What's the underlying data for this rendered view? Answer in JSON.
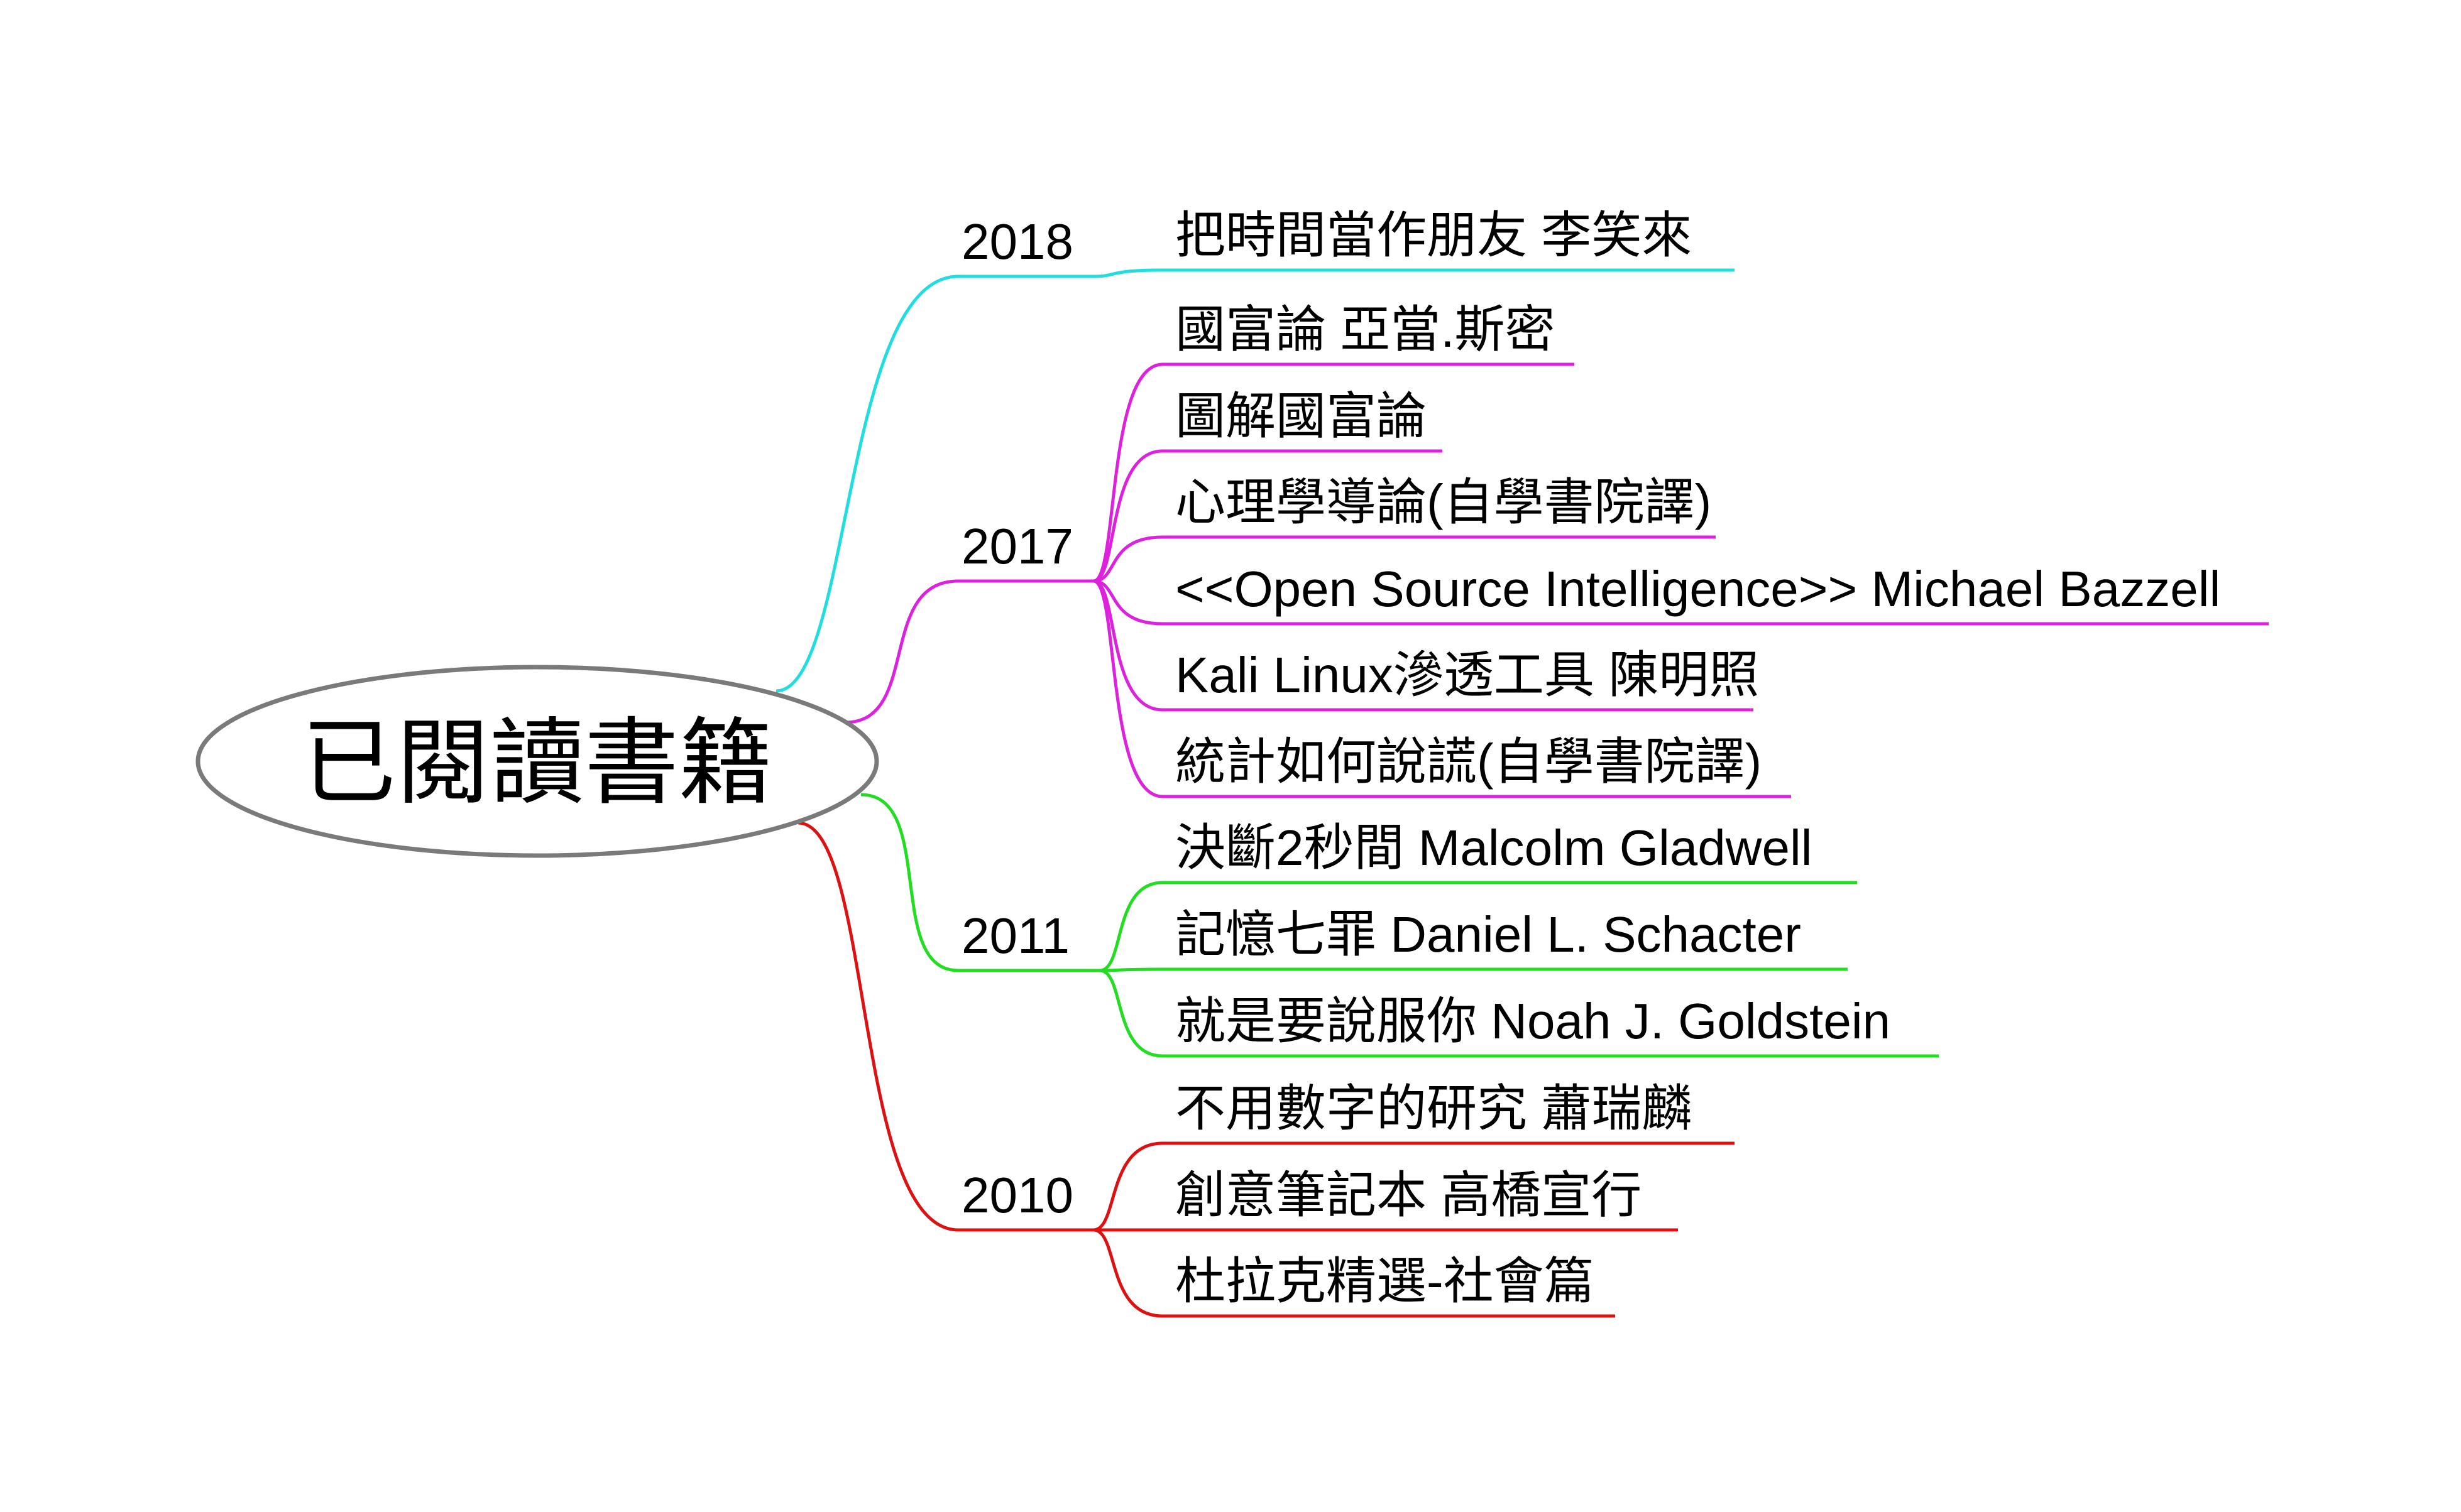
{
  "root": {
    "label": "已閱讀書籍"
  },
  "groups": [
    {
      "year": "2018",
      "color": "#22dddd",
      "books": [
        "把時間當作朋友  李笑來"
      ]
    },
    {
      "year": "2017",
      "color": "#dd22dd",
      "books": [
        "國富論 亞當.斯密",
        "圖解國富論",
        "心理學導論(自學書院譯)",
        "<<Open Source Intelligence>> Michael Bazzell",
        "Kali Linux滲透工具 陳明照",
        "統計如何說謊(自學書院譯)"
      ]
    },
    {
      "year": "2011",
      "color": "#22dd22",
      "books": [
        "決斷2秒間  Malcolm Gladwell",
        "記憶七罪  Daniel L. Schacter",
        "就是要說服你  Noah J. Goldstein"
      ]
    },
    {
      "year": "2010",
      "color": "#dd1111",
      "books": [
        "不用數字的研究  蕭瑞麟",
        "創意筆記本  高橋宣行",
        "杜拉克精選-社會篇"
      ]
    }
  ]
}
